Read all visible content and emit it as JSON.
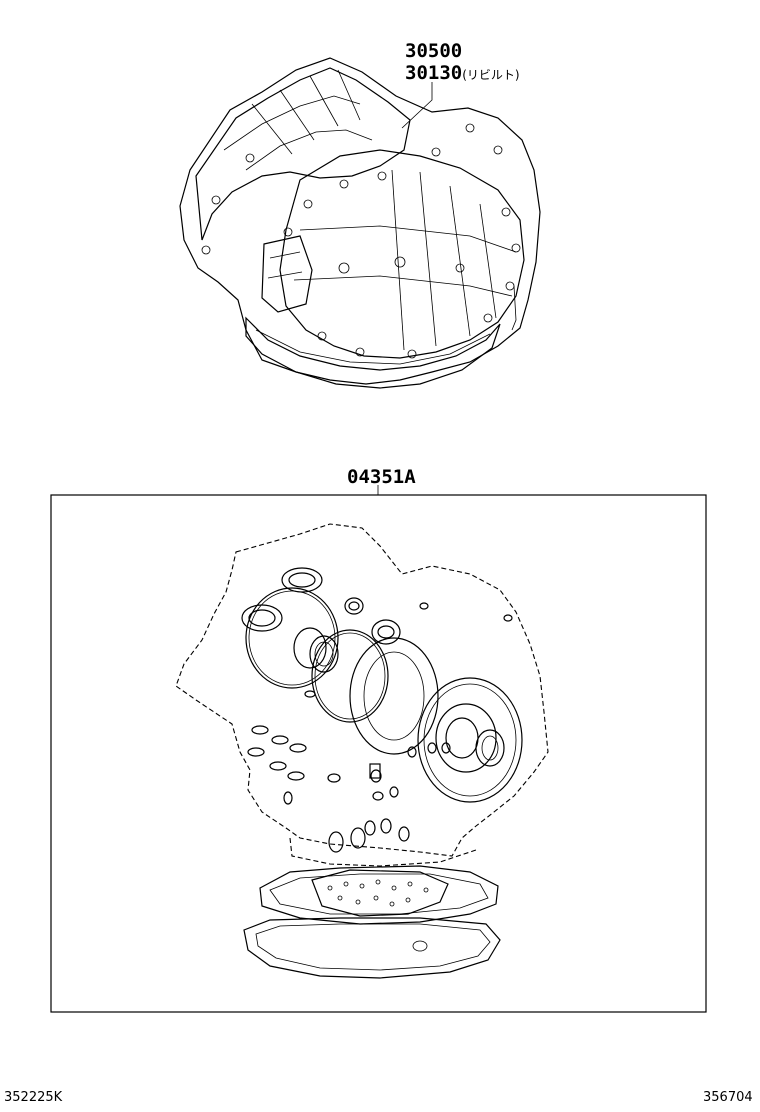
{
  "callouts": {
    "assembly_part_1": "30500",
    "assembly_part_2": "30130",
    "assembly_part_2_note": "(リビルト)",
    "kit_part": "04351A"
  },
  "footer": {
    "left_code": "352225K",
    "right_code": "356704"
  }
}
